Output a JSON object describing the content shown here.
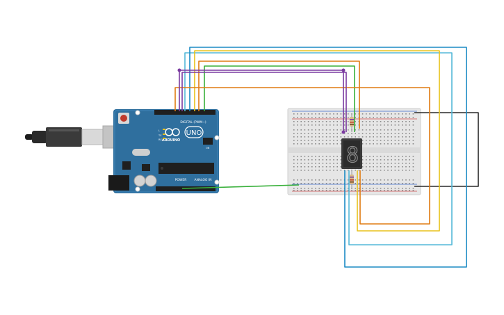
{
  "board": {
    "brand": "ARDUINO",
    "model": "UNO",
    "digital_label": "DIGITAL (PWM~)",
    "power_label": "POWER",
    "analog_label": "ANALOG IN",
    "indicator_tx": "TX",
    "indicator_rx": "RX",
    "indicator_l": "L",
    "indicator_on": "ON"
  },
  "display": {
    "digit": "8"
  },
  "colors": {
    "board": "#2f6f9e",
    "wire_purple": "#7a3aa0",
    "wire_orange": "#e07b12",
    "wire_yellow": "#e8c21a",
    "wire_green": "#38b03a",
    "wire_blue": "#1a8ac4",
    "wire_lightblue": "#54b8d8",
    "wire_black": "#2a2a2a"
  }
}
